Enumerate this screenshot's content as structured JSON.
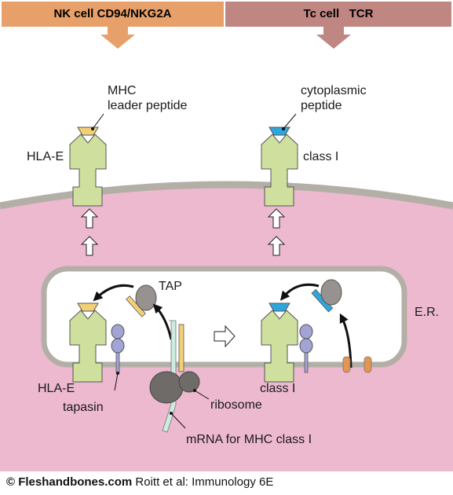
{
  "header": {
    "left_title": "NK cell CD94/NKG2A",
    "right_title": "Tc cell   TCR"
  },
  "labels": {
    "mhc_leader_line1": "MHC",
    "mhc_leader_line2": "leader peptide",
    "cyto_line1": "cytoplasmic",
    "cyto_line2": "peptide",
    "hla_e_surface": "HLA-E",
    "class_i_surface": "class I",
    "tap": "TAP",
    "er": "E.R.",
    "hla_e_er": "HLA-E",
    "tapasin": "tapasin",
    "ribosome": "ribosome",
    "mrna": "mRNA for MHC class I",
    "class_i_er": "class I"
  },
  "footer": {
    "brand": "© Fleshandbones.com",
    "citation": " Roitt et al: Immunology 6E"
  },
  "colors": {
    "nk_header": "#E8A06A",
    "tc_header": "#C08682",
    "cytoplasm": "#EDB9CF",
    "membrane": "#B3AFA7",
    "mhc": "#CFE09E",
    "leader_peptide": "#F3D078",
    "cyto_peptide": "#2EA6DD",
    "tapasin_bead": "#A3A4D6",
    "ribosome": "#6E6B68",
    "mrna": "#CDEBDE",
    "membrane_protein": "#E59550"
  }
}
